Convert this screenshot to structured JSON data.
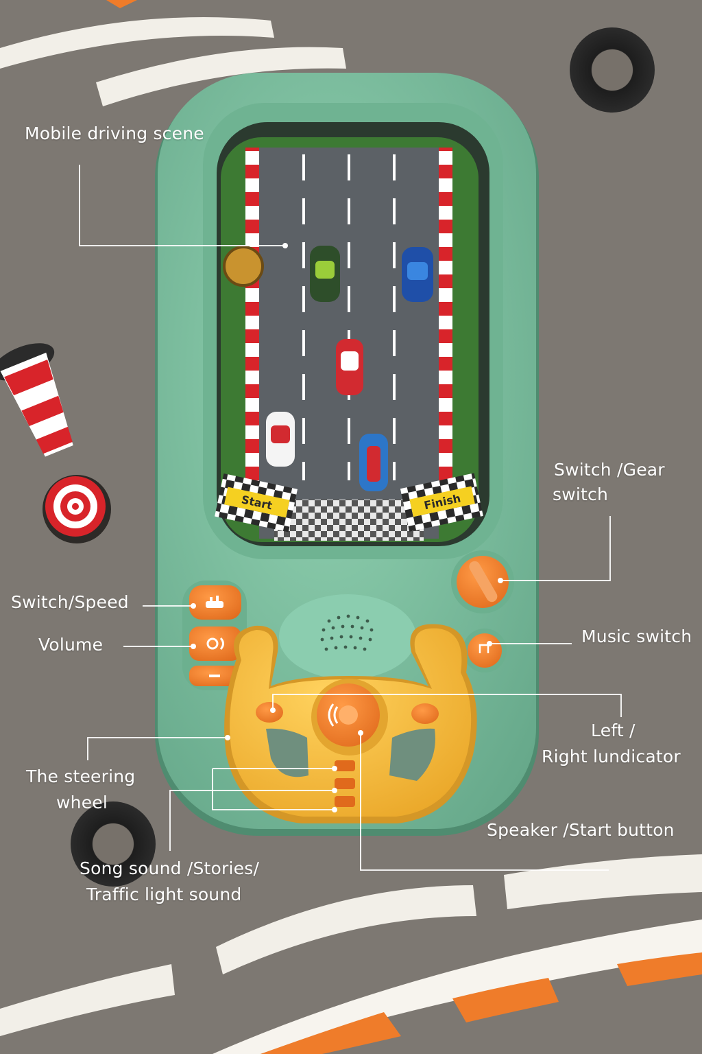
{
  "labels": {
    "mobile_scene": "Mobile driving scene",
    "gear_switch_line1": "Switch /Gear",
    "gear_switch_line2": "switch",
    "speed_switch": "Switch/Speed",
    "volume": "Volume",
    "music_switch": "Music switch",
    "indicator_line1": "Left /",
    "indicator_line2": "Right lundicator",
    "steering_line1": "The steering",
    "steering_line2": "wheel",
    "speaker_start": "Speaker /Start button",
    "song_line1": "Song sound /Stories/",
    "song_line2": "Traffic light sound"
  },
  "banners": {
    "left": "Start",
    "right": "Finish"
  },
  "colors": {
    "background": "#7d7872",
    "toy_body": "#7fc2a2",
    "toy_body_dark": "#5fa283",
    "steering_wheel": "#f2b63a",
    "button_orange": "#f07f2c",
    "track_asphalt": "#5c6166",
    "grass": "#3d7a33",
    "curb_red": "#d8242a",
    "label_text": "#ffffff"
  },
  "icons": [
    "speed-icon",
    "volume-icon",
    "minus-icon",
    "music-icon",
    "horn-icon",
    "speaker-grille-icon",
    "traffic-cone-icon",
    "target-button-icon",
    "tire-icon"
  ]
}
